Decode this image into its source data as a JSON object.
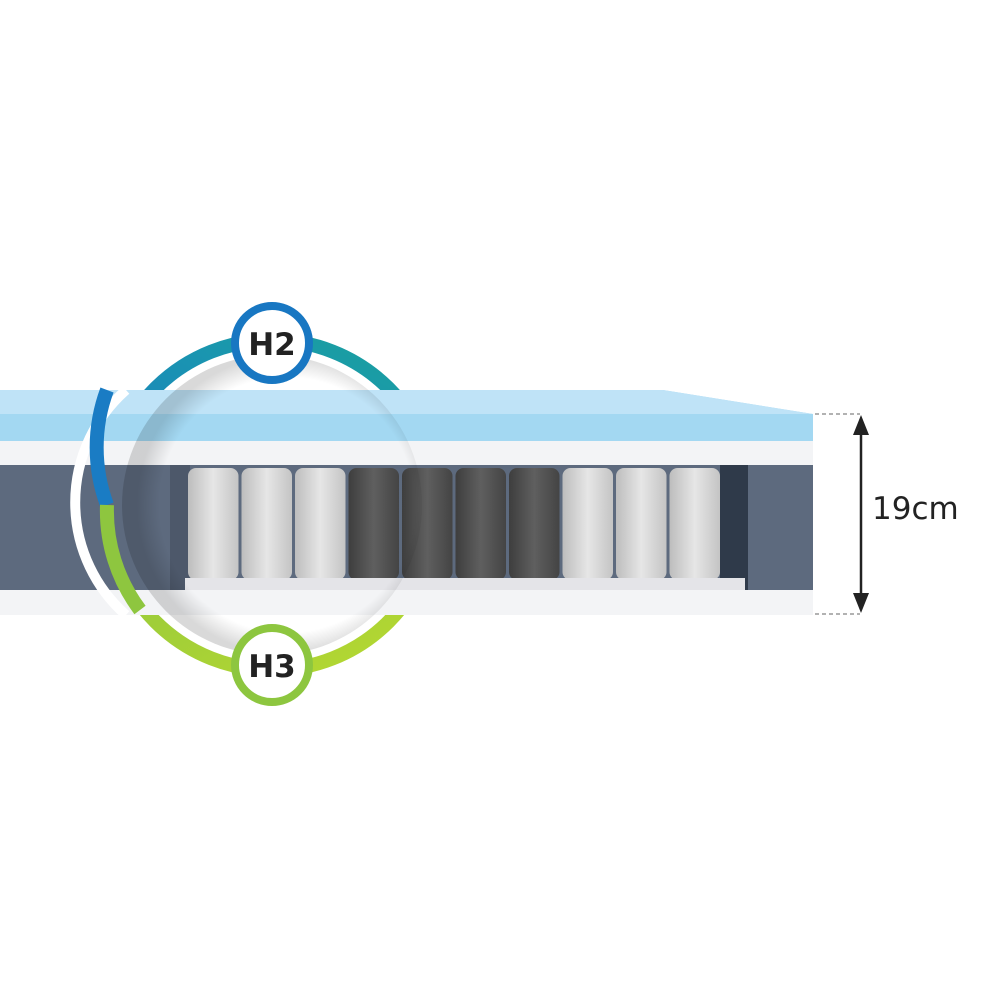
{
  "badges": {
    "top": {
      "label": "H2",
      "color": "#1877c2"
    },
    "bottom": {
      "label": "H3",
      "color": "#8dc63f"
    }
  },
  "dimension": {
    "label": "19cm"
  },
  "colors": {
    "comfort_top": "#bfe3f7",
    "comfort_layer": "#a3d8f2",
    "white_foam": "#f3f4f6",
    "core_grey": "#5d6a7e",
    "spring_light": "#d8d8d8",
    "spring_dark": "#555555",
    "ring_blue": "#1a7cc4",
    "ring_teal": "#1a9fa0",
    "ring_green": "#9ccc3a"
  },
  "springs": [
    "light",
    "light",
    "light",
    "dark",
    "dark",
    "dark",
    "dark",
    "light",
    "light",
    "light"
  ]
}
